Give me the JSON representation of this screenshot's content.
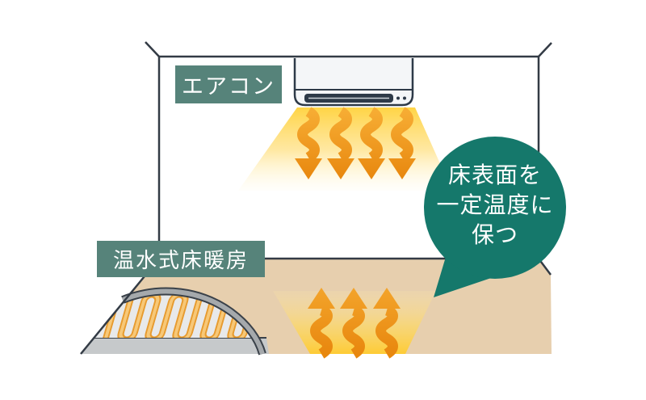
{
  "labels": {
    "aircon": "エアコン",
    "floor_heating": "温水式床暖房"
  },
  "bubble": {
    "lines": [
      "床表面を",
      "一定温度に",
      "保つ"
    ]
  },
  "icons": {
    "air_conditioner": "wall-mounted air conditioner unit",
    "heat_down": "wavy heat arrows blowing down from air conditioner",
    "heat_up": "wavy heat arrows rising from heated floor",
    "pipes": "hot-water heating pipe coil under floor cutaway"
  },
  "colors": {
    "label_green": "#56837a",
    "bubble_teal": "#15786b",
    "floor_tan": "#e7cfae",
    "heat_yellow": "#ffd23c",
    "arrow_orange": "#ee9118",
    "pipe_orange": "#e79b2f",
    "panel_gray": "#c6c9cb",
    "outline_dark": "#333b45"
  }
}
